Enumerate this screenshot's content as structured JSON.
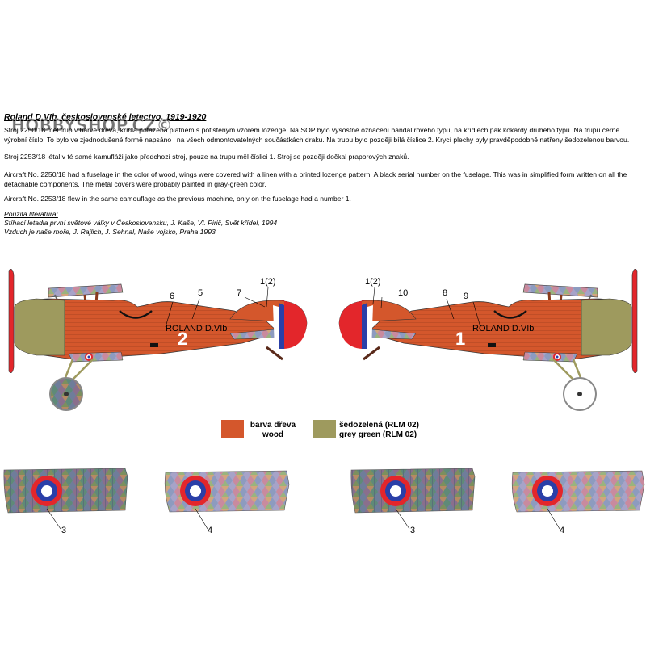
{
  "title": "Roland D.VIb, československé letectvo, 1919-1920",
  "watermark": "HOBBYSHOP.CZ©",
  "paragraphs": [
    "Stroj 2250/18 měl trup v barvě dřeva, křídla potažena plátnem s potištěným vzorem lozenge. Na SOP bylo výsostné označení bandalírového typu, na křídlech pak kokardy druhého typu. Na trupu černé výrobní číslo. To bylo ve zjednodušené formě napsáno i na všech odmontovatelných součástkách draku. Na trupu bylo později bílá číslice 2. Krycí plechy byly pravděpodobně natřeny šedozelenou barvou.",
    "Stroj 2253/18 létal v té samé kamufláži jako předchozí stroj, pouze na trupu měl číslici 1. Stroj se později dočkal praporových znaků.",
    "Aircraft No. 2250/18 had a fuselage in the color of wood, wings were covered with a linen with a printed lozenge pattern. A black serial number on the fuselage. This was in simplified form written on all the detachable components. The metal covers were probably painted in gray-green color.",
    "Aircraft No. 2253/18 flew in the same camouflage as the previous machine, only on the fuselage had a number 1."
  ],
  "references": {
    "heading": "Použitá literatura:",
    "items": [
      "Stíhací letadla první světové války v Československu, J. Kaše, Vl. Pirič, Svět křídel, 1994",
      "Vzduch je naše moře, J. Rajlich, J. Sehnal, Naše vojsko, Praha 1993"
    ]
  },
  "left_aircraft": {
    "fuselage_number": "2",
    "serial": "ROLAND D.VIb",
    "callouts": [
      "6",
      "5",
      "7",
      "1(2)"
    ]
  },
  "right_aircraft": {
    "fuselage_number": "1",
    "serial": "ROLAND D.VIb",
    "callouts": [
      "1(2)",
      "10",
      "8",
      "9"
    ]
  },
  "legend": [
    {
      "label_cz": "barva dřeva",
      "label_en": "wood",
      "color": "#d4572c"
    },
    {
      "label_cz": "šedozelená (RLM 02)",
      "label_en": "grey green (RLM 02)",
      "color": "#9e9a5e"
    }
  ],
  "wing_callouts": [
    "3",
    "4",
    "3",
    "4"
  ],
  "colors": {
    "wood": "#d4572c",
    "grey_green": "#9e9a5e",
    "roundel_red": "#e3262b",
    "roundel_blue": "#2a3fa8",
    "lozenge_a": "#8d9bbf",
    "lozenge_b": "#c98a9e"
  }
}
